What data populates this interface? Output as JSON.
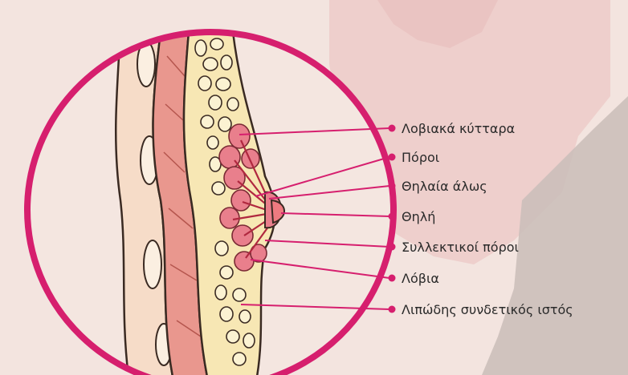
{
  "diagram": {
    "labels": [
      "Λοβιακά κύτταρα",
      "Πόροι",
      "Θηλαία άλως",
      "Θηλή",
      "Συλλεκτικοί πόροι",
      "Λόβια",
      "Λιπώδης συνδετικός ιστός"
    ],
    "colors": {
      "background": "#f3e4df",
      "map_tint": "#ecc8c6",
      "grey_patch": "#c9bdb8",
      "circle_outline": "#d61f6e",
      "leader_line": "#d61f6e",
      "skin": "#f6dcc8",
      "muscle": "#e9978e",
      "fat": "#f7e7b4",
      "lobule": "#e97f8c",
      "nipple": "#ee7a80"
    }
  }
}
